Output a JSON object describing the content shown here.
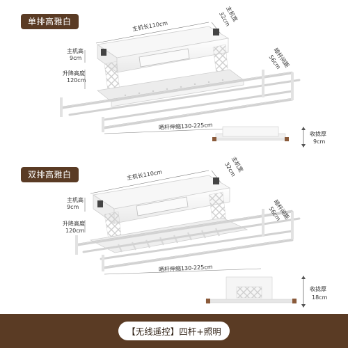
{
  "sections": [
    {
      "badge": "单排高雅白",
      "host_length": "主机长110cm",
      "host_width": "主机宽",
      "host_width_value": "32cm",
      "host_height": "主机高",
      "host_height_value": "9cm",
      "lift_height": "升降高度",
      "lift_height_value": "120cm",
      "rod_gap": "晾杆间距",
      "rod_gap_value": "56cm",
      "rod_extend": "晒杆伸缩130-225cm",
      "folded_thickness": "收拢厚",
      "folded_thickness_value": "9cm"
    },
    {
      "badge": "双排高雅白",
      "host_length": "主机长110cm",
      "host_width": "主机宽",
      "host_width_value": "32cm",
      "host_height": "主机高",
      "host_height_value": "9cm",
      "lift_height": "升降高度",
      "lift_height_value": "120cm",
      "rod_gap": "晾杆间距",
      "rod_gap_value": "56cm",
      "rod_extend": "晒杆伸缩130-225cm",
      "folded_thickness": "收拢厚",
      "folded_thickness_value": "18cm"
    }
  ],
  "footer": {
    "label": "【无线遥控】四杆+照明"
  }
}
